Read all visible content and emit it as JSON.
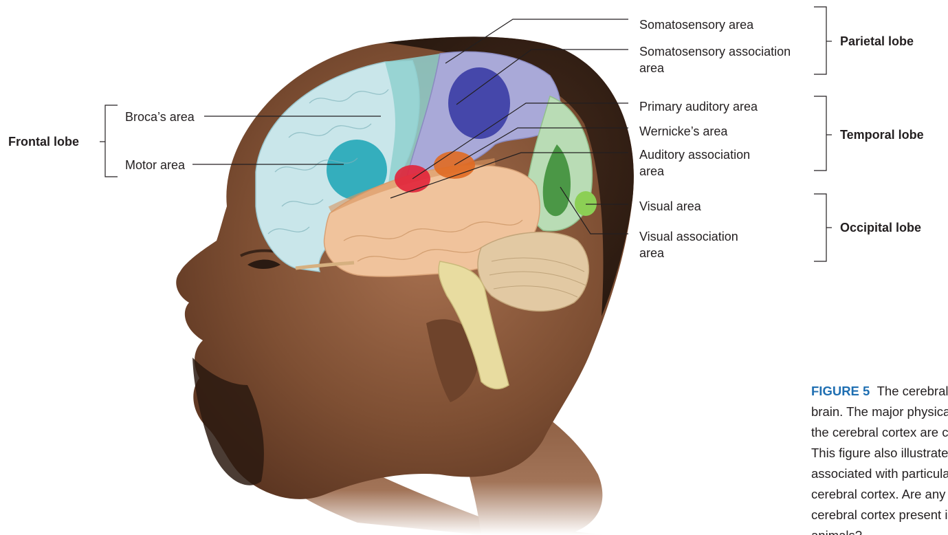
{
  "labels": {
    "somatosensory_area": "Somatosensory area",
    "somatosensory_association_1": "Somatosensory association",
    "somatosensory_association_2": "area",
    "primary_auditory_area": "Primary auditory area",
    "wernickes_area": "Wernicke’s area",
    "auditory_association_1": "Auditory association",
    "auditory_association_2": "area",
    "visual_area": "Visual area",
    "visual_association_1": "Visual association",
    "visual_association_2": "area",
    "brocas_area": "Broca’s area",
    "motor_area": "Motor area"
  },
  "lobes": {
    "frontal": "Frontal lobe",
    "parietal": "Parietal lobe",
    "temporal": "Temporal lobe",
    "occipital": "Occipital lobe"
  },
  "caption": {
    "figure_label": "FIGURE 5",
    "text": "The cerebral cortex of the brain. The major physical structures of the cerebral cortex are called lobes. This figure also illustrates the functions associated with particular areas of the cerebral cortex. Are any areas of the cerebral cortex present in nonhuman animals?"
  },
  "colors": {
    "frontal": "#c9e6ea",
    "motor": "#1aa3b5",
    "somatosensory": "#a9a9d8",
    "somatosensory_association": "#3d3fa6",
    "primary_auditory": "#e1233a",
    "wernicke": "#e06a22",
    "temporal": "#f0c39c",
    "occipital": "#b9dcb5",
    "visual_association": "#3f8f3a",
    "visual": "#8ccf55",
    "cerebellum": "#e2c9a3",
    "skin": "#8a5a3c",
    "caption_accent": "#1f6fb2"
  }
}
